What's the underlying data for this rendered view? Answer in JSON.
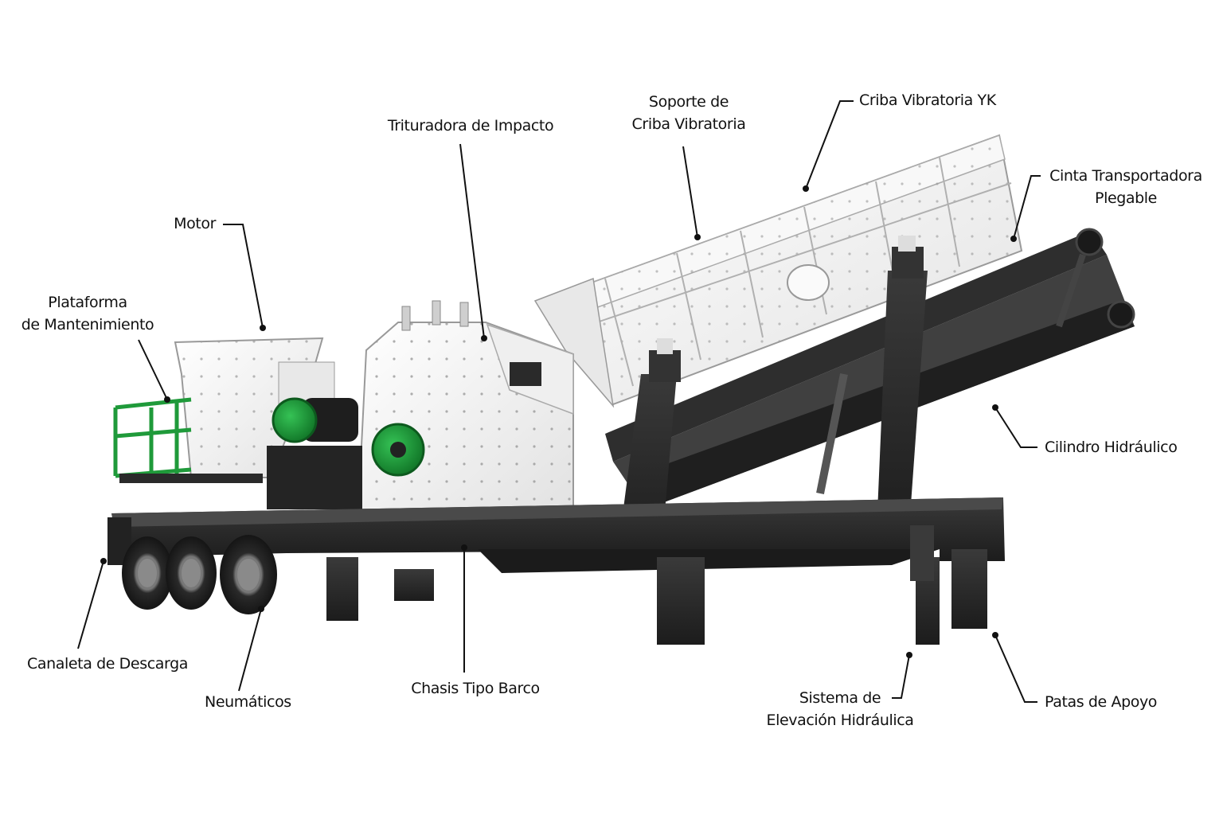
{
  "labels": {
    "criba_vibratoria": "Criba Vibratoria YK",
    "soporte_criba_1": "Soporte de",
    "soporte_criba_2": "Criba Vibratoria",
    "trituradora": "Trituradora de Impacto",
    "motor": "Motor",
    "plataforma_1": "Plataforma",
    "plataforma_2": "de Mantenimiento",
    "cinta_1": "Cinta Transportadora",
    "cinta_2": "Plegable",
    "cilindro": "Cilindro Hidráulico",
    "canaleta": "Canaleta de Descarga",
    "neumaticos": "Neumáticos",
    "chasis": "Chasis Tipo Barco",
    "sistema_1": "Sistema de",
    "sistema_2": "Elevación Hidráulica",
    "patas": "Patas de Apoyo"
  },
  "colors": {
    "accent_green": "#1f9a3a",
    "frame_dark": "#2a2a2a",
    "body_white": "#f4f4f4"
  }
}
